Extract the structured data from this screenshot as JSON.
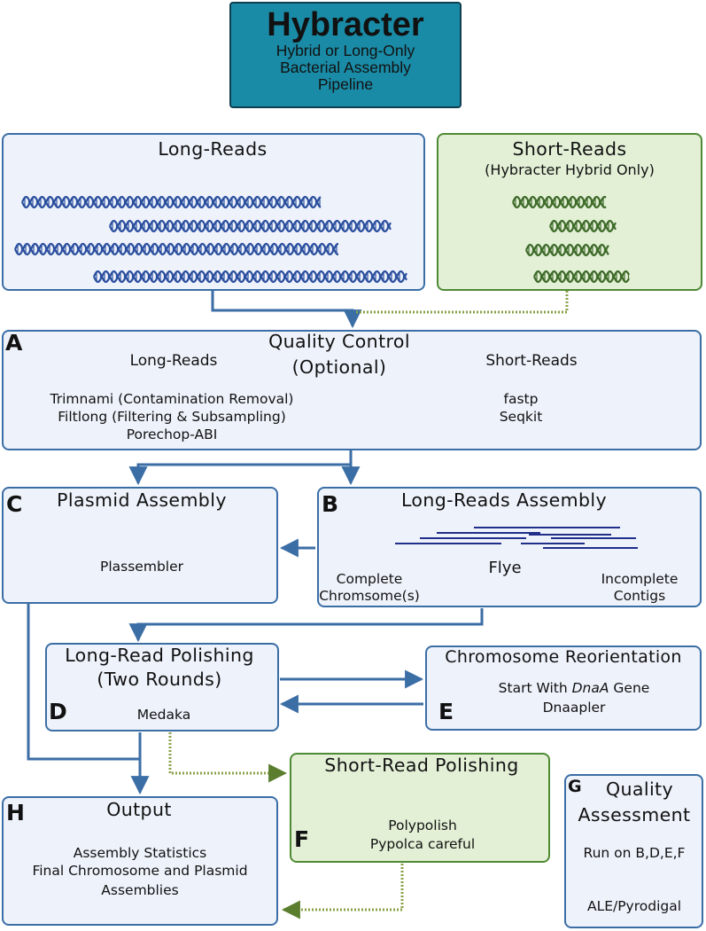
{
  "header": {
    "title": "Hybracter",
    "subtitle_lines": [
      "Hybrid or Long-Only",
      "Bacterial Assembly",
      "Pipeline"
    ]
  },
  "long_reads": {
    "title": "Long-Reads"
  },
  "short_reads": {
    "title": "Short-Reads",
    "subtitle": "(Hybracter Hybrid Only)"
  },
  "qc": {
    "letter": "A",
    "title_line1": "Quality Control",
    "title_line2": "(Optional)",
    "long_heading": "Long-Reads",
    "short_heading": "Short-Reads",
    "long_tools": [
      "Trimnami (Contamination Removal)",
      "Filtlong (Filtering & Subsampling)",
      "Porechop-ABI"
    ],
    "short_tools": [
      "fastp",
      "Seqkit"
    ]
  },
  "plasmid_assembly": {
    "letter": "C",
    "title": "Plasmid Assembly",
    "tool": "Plassembler"
  },
  "long_reads_assembly": {
    "letter": "B",
    "title": "Long-Reads Assembly",
    "tool": "Flye",
    "left_label": [
      "Complete",
      "Chromsome(s)"
    ],
    "right_label": [
      "Incomplete",
      "Contigs"
    ]
  },
  "long_read_polishing": {
    "letter": "D",
    "title_line1": "Long-Read Polishing",
    "title_line2": "(Two Rounds)",
    "tool": "Medaka"
  },
  "chromosome_reorientation": {
    "letter": "E",
    "title": "Chromosome Reorientation",
    "line1_pre": "Start With ",
    "line1_gene": "DnaA",
    "line1_post": " Gene",
    "tool": "Dnaapler"
  },
  "short_read_polishing": {
    "letter": "F",
    "title": "Short-Read Polishing",
    "tools": [
      "Polypolish",
      "Pypolca careful"
    ]
  },
  "quality_assessment": {
    "letter": "G",
    "title_line1": "Quality",
    "title_line2": "Assessment",
    "line1": "Run on B,D,E,F",
    "tool": "ALE/Pyrodigal"
  },
  "output": {
    "letter": "H",
    "title": "Output",
    "lines": [
      "Assembly Statistics",
      "Final Chromosome and Plasmid",
      "Assemblies"
    ]
  },
  "colors": {
    "header_fill": "#1a8ba6",
    "blue_box_fill": "#eef2fb",
    "blue_border": "#3b6ea5",
    "green_box_fill": "#e3f0d6",
    "green_border": "#4f8a34",
    "long_dna": "#2b4f9e",
    "short_dna": "#3f6b2a",
    "contig_lines": "#1f2f8a"
  },
  "icons": [
    "dna-helix-icon",
    "flow-arrow-icon"
  ]
}
